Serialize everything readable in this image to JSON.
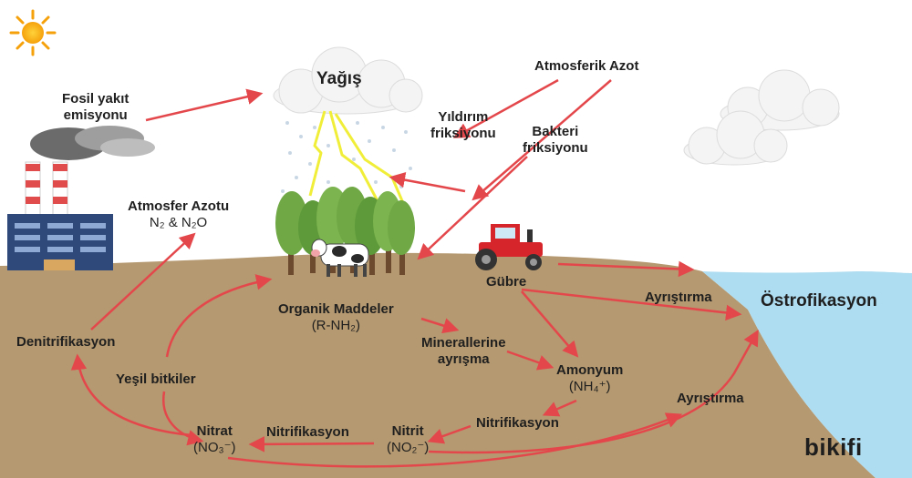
{
  "labels": {
    "rain": "Yağış",
    "fossil_line1": "Fosil yakıt",
    "fossil_line2": "emisyonu",
    "atmos_nitrogen": "Atmosferik Azot",
    "lightning_line1": "Yıldırım",
    "lightning_line2": "friksiyonu",
    "bacteria_line1": "Bakteri",
    "bacteria_line2": "friksiyonu",
    "atmos_azot_title": "Atmosfer Azotu",
    "atmos_azot_formula": "N₂ & N₂O",
    "organic_line1": "Organik Maddeler",
    "organic_line2": "(R-NH₂)",
    "fertilizer": "Gübre",
    "decomp_top": "Ayrıştırma",
    "eutrophication": "Östrofikasyon",
    "denitrification": "Denitrifikasyon",
    "mineral_line1": "Minerallerine",
    "mineral_line2": "ayrışma",
    "ammonium_line1": "Amonyum",
    "ammonium_line2": "(NH₄⁺)",
    "green_plants": "Yeşil bitkiler",
    "decomp_bottom": "Ayrıştırma",
    "nitrification_right": "Nitrifikasyon",
    "nitrate_line1": "Nitrat",
    "nitrate_line2": "(NO₃⁻)",
    "nitrification_left": "Nitrifikasyon",
    "nitrite_line1": "Nitrit",
    "nitrite_line2": "(NO₂⁻)"
  },
  "logo": "bikifi",
  "colors": {
    "soil": "#b59970",
    "sky": "#ffffff",
    "water": "#aedcf0",
    "arrow": "#e4474b",
    "lightning": "#f1ee3a",
    "tree": "#6fa845",
    "factory": "#2f4a7a",
    "tractor": "#d7262b"
  }
}
